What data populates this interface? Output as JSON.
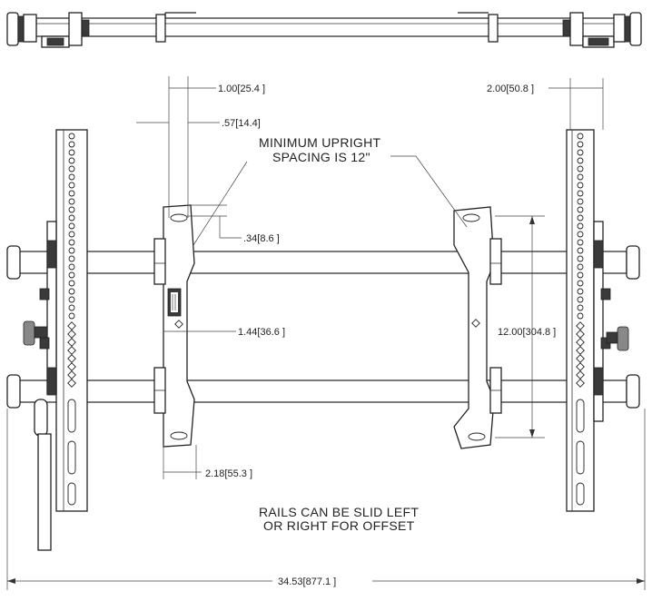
{
  "dimensions": {
    "d1": "1.00",
    "d1_mm": "[25.4 ]",
    "d2": ".57",
    "d2_mm": "[14.4]",
    "d3": ".34",
    "d3_mm": "[8.6 ]",
    "d4": "1.44",
    "d4_mm": "[36.6 ]",
    "d5": "2.18",
    "d5_mm": "[55.3 ]",
    "d6": "2.00",
    "d6_mm": "[50.8 ]",
    "d7": "12.00",
    "d7_mm": "[304.8 ]",
    "d8": "34.53",
    "d8_mm": "[877.1 ]"
  },
  "notes": {
    "upright_line1": "MINIMUM UPRIGHT",
    "upright_line2": "SPACING IS 12\"",
    "rails_line1": "RAILS CAN BE SLID LEFT",
    "rails_line2": "OR RIGHT FOR OFFSET"
  }
}
